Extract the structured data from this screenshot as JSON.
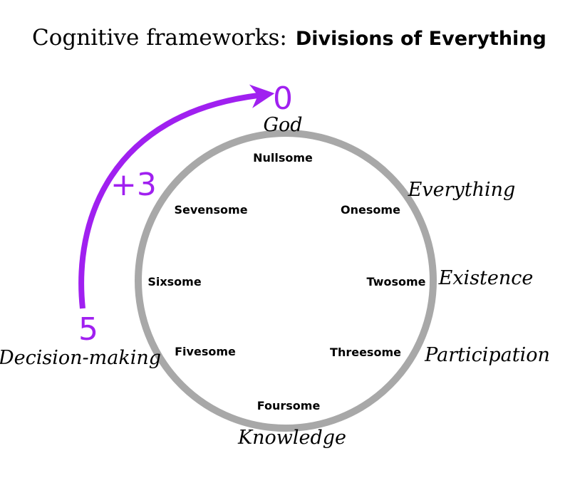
{
  "title": {
    "prefix": "Cognitive frameworks:",
    "main": "Divisions of Everything"
  },
  "inner_labels": {
    "nullsome": "Nullsome",
    "onesome": "Onesome",
    "twosome": "Twosome",
    "threesome": "Threesome",
    "foursome": "Foursome",
    "fivesome": "Fivesome",
    "sixsome": "Sixsome",
    "sevensome": "Sevensome"
  },
  "outer_labels": {
    "god": "God",
    "everything": "Everything",
    "existence": "Existence",
    "participation": "Participation",
    "knowledge": "Knowledge",
    "decision_making": "Decision-making"
  },
  "arrow": {
    "start_number": "5",
    "end_number": "0",
    "step_label": "+3"
  },
  "colors": {
    "circle": "#a8a8a8",
    "arrow": "#a020f0",
    "text": "#000000"
  }
}
